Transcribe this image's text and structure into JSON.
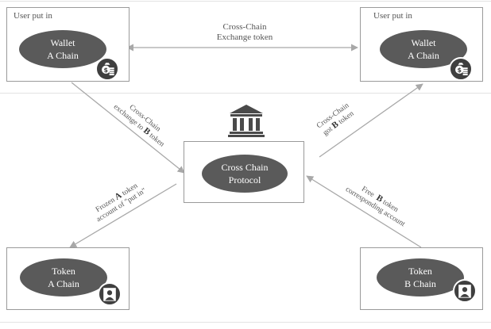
{
  "wallet_a": {
    "box_label": "User put in",
    "line1": "Wallet",
    "line2": "A Chain",
    "icon": "money-bag-icon"
  },
  "wallet_b": {
    "box_label": "User put in",
    "line1": "Wallet",
    "line2": "A Chain",
    "icon": "money-bag-icon"
  },
  "protocol": {
    "line1": "Cross Chain",
    "line2": "Protocol",
    "icon": "bank-building-icon"
  },
  "token_a": {
    "line1": "Token",
    "line2": "A Chain",
    "icon": "user-icon"
  },
  "token_b": {
    "line1": "Token",
    "line2": "B Chain",
    "icon": "user-icon"
  },
  "edges": {
    "top": {
      "line1": "Cross-Chain",
      "line2": "Exchange token"
    },
    "wallet_to_protocol": {
      "line1": "Cross-Chain",
      "line2a": "exchange to ",
      "line2b": "B",
      "line2c": " token"
    },
    "protocol_to_wallet_b": {
      "line1": "Cross-Chain",
      "line2a": "got ",
      "line2b": "B",
      "line2c": " token"
    },
    "protocol_to_token_a": {
      "line1a": "Frozen ",
      "line1b": "A",
      "line1c": " token",
      "line2": "account of \"put in\""
    },
    "token_b_to_protocol": {
      "line1a": "Free  ",
      "line1b": "B",
      "line1c": " token",
      "line2": "corresponding account"
    }
  },
  "colors": {
    "ellipse": "#5a5a5a",
    "arrow": "#a8a8a8",
    "border": "#9a9a9a"
  }
}
